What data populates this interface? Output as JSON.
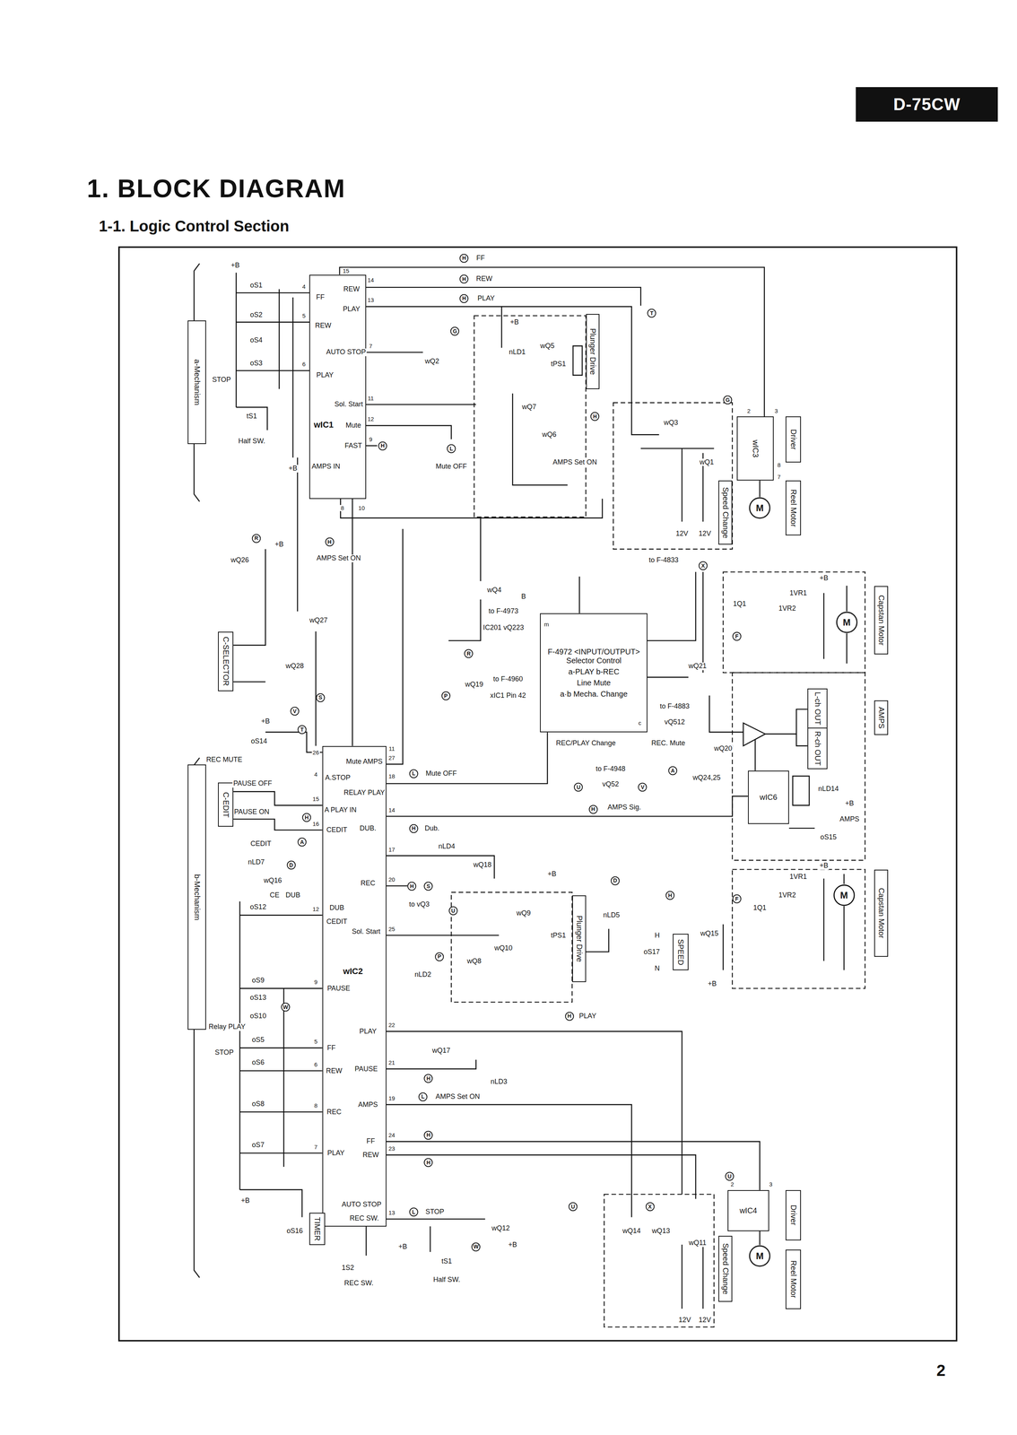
{
  "diagram": {
    "title": "1. BLOCK DIAGRAM",
    "nodes": [
      {
        "text": [
          "D-75CW"
        ]
      },
      {
        "text": [
          "a-Mechanism"
        ]
      },
      {
        "text": [
          "wIC1"
        ]
      },
      {
        "text": [
          "Plunger Drive"
        ]
      },
      {
        "text": [
          "Driver"
        ]
      },
      {
        "text": [
          "wIC3"
        ]
      },
      {
        "text": [
          "M"
        ]
      },
      {
        "text": [
          "Reel Motor"
        ]
      },
      {
        "text": [
          "Speed Change"
        ]
      },
      {
        "text": [
          "M"
        ]
      },
      {
        "text": [
          "Capstan Motor"
        ]
      },
      {
        "text": [
          "F-4972 <INPUT/OUTPUT> Selector Control",
          "a-PLAY b-REC",
          "Line Mute",
          "a·b Mecha. Change"
        ]
      },
      {
        "text": [
          "C-SELECTOR"
        ]
      },
      {
        "text": [
          "L-ch OUT"
        ]
      },
      {
        "text": [
          "R-ch OUT"
        ]
      },
      {
        "text": [
          "AMPS"
        ]
      },
      {
        "text": [
          "wIC6"
        ]
      },
      {
        "text": [
          "b-Mechanism"
        ]
      },
      {
        "text": [
          "C-EDIT"
        ]
      },
      {
        "text": [
          "wIC2"
        ]
      },
      {
        "text": [
          "Plunger Drive"
        ]
      },
      {
        "text": [
          "SPEED"
        ]
      },
      {
        "text": [
          "M"
        ]
      },
      {
        "text": [
          "Capstan Motor"
        ]
      },
      {
        "text": [
          "Driver"
        ]
      },
      {
        "text": [
          "wIC4"
        ]
      },
      {
        "text": [
          "M"
        ]
      },
      {
        "text": [
          "Reel Motor"
        ]
      },
      {
        "text": [
          "Speed Change"
        ]
      },
      {
        "text": [
          "TIMER"
        ]
      }
    ],
    "edges": [
      {
        "from": 2,
        "to": 5,
        "arrow": "none"
      },
      {
        "from": 5,
        "to": 6,
        "arrow": "none"
      },
      {
        "from": 19,
        "to": 25,
        "arrow": "none"
      },
      {
        "from": 25,
        "to": 26,
        "arrow": "none"
      },
      {
        "from": 19,
        "to": 11,
        "arrow": "none"
      }
    ],
    "labels": [
      "1-1. Logic Control Section",
      "2",
      "H",
      "FF",
      "H",
      "REW",
      "H",
      "PLAY",
      "T",
      "G",
      "+B",
      "nLD1",
      "wQ2",
      "wQ5",
      "tPS1",
      "wQ7",
      "wQ6",
      "H",
      "AMPS Set ON",
      "L",
      "Mute OFF",
      "G",
      "wQ3",
      "wQ1",
      "12V",
      "12V",
      "2",
      "3",
      "8",
      "7",
      "to F-4833",
      "X",
      "+B",
      "1VR1",
      "1VR2",
      "1Q1",
      "F",
      "15",
      "14",
      "13",
      "7",
      "11",
      "12",
      "9",
      "10",
      "8",
      "4",
      "5",
      "6",
      "FF",
      "REW",
      "PLAY",
      "REW",
      "PLAY",
      "AUTO STOP",
      "Sol. Start",
      "Mute",
      "FAST",
      "AMPS IN",
      "H",
      "H",
      "AMPS Set ON",
      "+B",
      "oS1",
      "oS2",
      "oS4",
      "oS3",
      "STOP",
      "tS1",
      "Half SW.",
      "+B",
      "R",
      "wQ26",
      "+B",
      "wQ27",
      "wQ28",
      "wQ4",
      "B",
      "to F-4973",
      "IC201 vQ223",
      "R",
      "wQ19",
      "P",
      "to F-4960",
      "xIC1 Pin 42",
      "REC/PLAY Change",
      "U",
      "to F-4948",
      "vQ52",
      "V",
      "to F-4883",
      "vQ512",
      "REC. Mute",
      "wQ21",
      "wQ20",
      "A",
      "wQ24,25",
      "nLD14",
      "oS15",
      "+B",
      "AMPS",
      "H",
      "AMPS Sig.",
      "L",
      "Mute OFF",
      "H",
      "Dub.",
      "S",
      "V",
      "T",
      "+B",
      "oS14",
      "REC MUTE",
      "PAUSE OFF",
      "PAUSE ON",
      "CEDIT",
      "nLD7",
      "wQ16",
      "H",
      "A",
      "D",
      "26",
      "4",
      "15",
      "16",
      "12",
      "9",
      "5",
      "6",
      "8",
      "7",
      "11",
      "27",
      "18",
      "14",
      "17",
      "20",
      "25",
      "22",
      "21",
      "19",
      "24",
      "23",
      "13",
      "A.STOP",
      "A PLAY IN",
      "CEDIT",
      "DUB",
      "CEDIT",
      "PAUSE",
      "FF",
      "REW",
      "REC",
      "PLAY",
      "Mute AMPS",
      "RELAY PLAY",
      "DUB.",
      "REC",
      "Sol. Start",
      "PLAY",
      "PAUSE",
      "AMPS",
      "FF",
      "REW",
      "AUTO STOP",
      "REC SW.",
      "wQ18",
      "nLD4",
      "H",
      "S",
      "to vQ3",
      "U",
      "+B",
      "wQ9",
      "tPS1",
      "wQ10",
      "wQ8",
      "P",
      "nLD2",
      "D",
      "H",
      "nLD5",
      "H",
      "oS17",
      "N",
      "wQ15",
      "F",
      "1Q1",
      "1VR1",
      "1VR2",
      "+B",
      "+B",
      "H",
      "PLAY",
      "wQ17",
      "H",
      "nLD3",
      "L",
      "AMPS Set ON",
      "H",
      "H",
      "L",
      "STOP",
      "wQ12",
      "U",
      "+B",
      "W",
      "tS1",
      "Half SW.",
      "+B",
      "1S2",
      "REC SW.",
      "U",
      "wQ13",
      "wQ14",
      "wQ11",
      "X",
      "12V",
      "12V",
      "oS12",
      "CE",
      "DUB",
      "oS9",
      "oS13",
      "oS10",
      "Relay PLAY",
      "STOP",
      "W",
      "oS5",
      "oS6",
      "oS8",
      "oS7",
      "+B",
      "oS16",
      "2",
      "3",
      "m",
      "c"
    ]
  }
}
